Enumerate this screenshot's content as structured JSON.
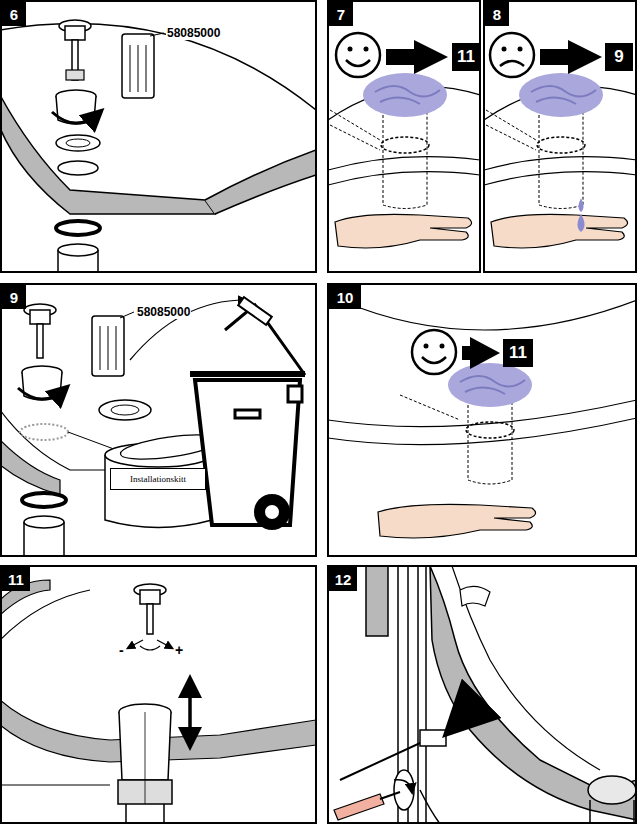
{
  "diagram": {
    "nodes": [
      {
        "text": [
          "6"
        ]
      },
      {
        "text": [
          "7"
        ]
      },
      {
        "text": [
          "11"
        ]
      },
      {
        "text": [
          "8"
        ]
      },
      {
        "text": [
          "9"
        ]
      },
      {
        "text": [
          "9"
        ]
      },
      {
        "text": [
          "Installationskitt"
        ]
      },
      {
        "text": [
          "10"
        ]
      },
      {
        "text": [
          "11"
        ]
      },
      {
        "text": [
          "11"
        ]
      },
      {
        "text": [
          "12"
        ]
      }
    ],
    "labels": [
      "58085000",
      "58085000",
      "-",
      "+"
    ]
  }
}
